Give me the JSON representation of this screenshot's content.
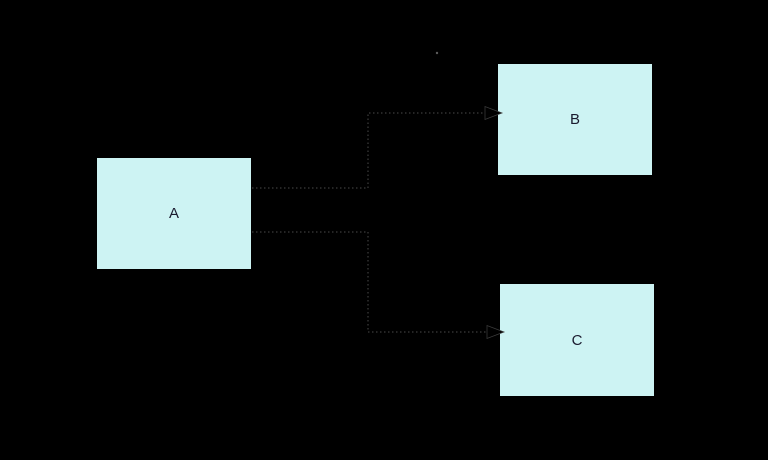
{
  "diagram": {
    "type": "flowchart",
    "background_color": "#000000",
    "node_fill_color": "#cdf3f3",
    "node_border_color": "#000000",
    "node_label_color": "#1a1a2e",
    "edge_color": "#4a4a4a",
    "edge_style": "dotted",
    "arrowhead_color": "#000000",
    "nodes": [
      {
        "id": "A",
        "label": "A"
      },
      {
        "id": "B",
        "label": "B"
      },
      {
        "id": "C",
        "label": "C"
      }
    ],
    "edges": [
      {
        "from": "A",
        "to": "B",
        "style": "dotted",
        "arrow": "true"
      },
      {
        "from": "A",
        "to": "C",
        "style": "dotted",
        "arrow": "true"
      }
    ]
  }
}
